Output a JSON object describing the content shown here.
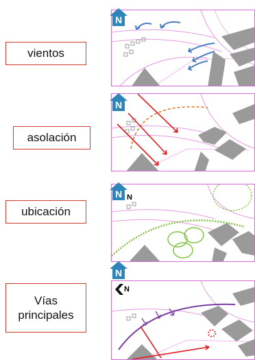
{
  "labels": {
    "vientos": "vientos",
    "asolacion": "asolación",
    "ubicacion": "ubicación",
    "vias_line1": "Vías",
    "vias_line2": "principales"
  },
  "north_marker": {
    "letter": "N",
    "color": "#2e86b8"
  },
  "colors": {
    "label_border": "#d0392f",
    "panel_border": "#d36ad6",
    "wind_arrows": "#4a7fc1",
    "sun_rays": "#e0181c",
    "sun_path": "#e0762a",
    "location": "#7fbf3a",
    "main_road": "#7b3fa0",
    "access_arrows": "#e0181c"
  }
}
